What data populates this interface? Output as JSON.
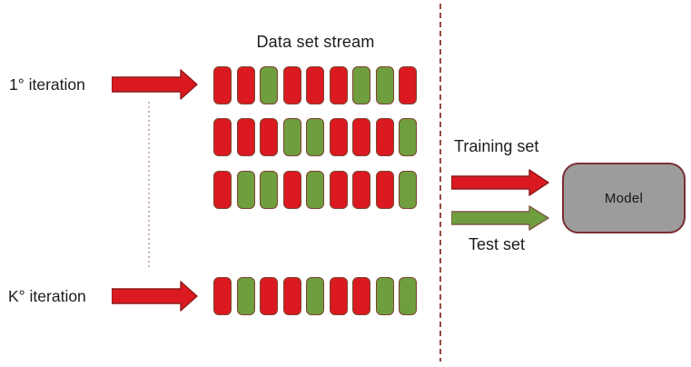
{
  "title": "Data set stream",
  "left_labels": {
    "first_iteration": "1° iteration",
    "last_iteration": "K° iteration"
  },
  "rows": [
    {
      "name": "iteration-1-row",
      "blocks": [
        "red",
        "red",
        "green",
        "red",
        "red",
        "red",
        "green",
        "green",
        "red"
      ]
    },
    {
      "name": "iteration-2-row",
      "blocks": [
        "red",
        "red",
        "red",
        "green",
        "green",
        "red",
        "red",
        "red",
        "green"
      ]
    },
    {
      "name": "iteration-3-row",
      "blocks": [
        "red",
        "green",
        "green",
        "red",
        "green",
        "red",
        "red",
        "red",
        "green"
      ]
    },
    {
      "name": "iteration-k-row",
      "blocks": [
        "red",
        "green",
        "red",
        "red",
        "green",
        "red",
        "red",
        "green",
        "green"
      ]
    }
  ],
  "right_labels": {
    "training": "Training set",
    "test": "Test set",
    "model": "Model"
  },
  "colors": {
    "red": "#da1a20",
    "green": "#6f9e3e",
    "block_border": "#7d4330",
    "red_arrow_border": "#8c1c1c",
    "green_arrow_border": "#7d5a45",
    "separator_line": "#904a42",
    "dotted_line": "#cfb6b4",
    "model_fill": "#9c9c9c",
    "model_border": "#7a2e35",
    "text": "#1c1c1c"
  }
}
